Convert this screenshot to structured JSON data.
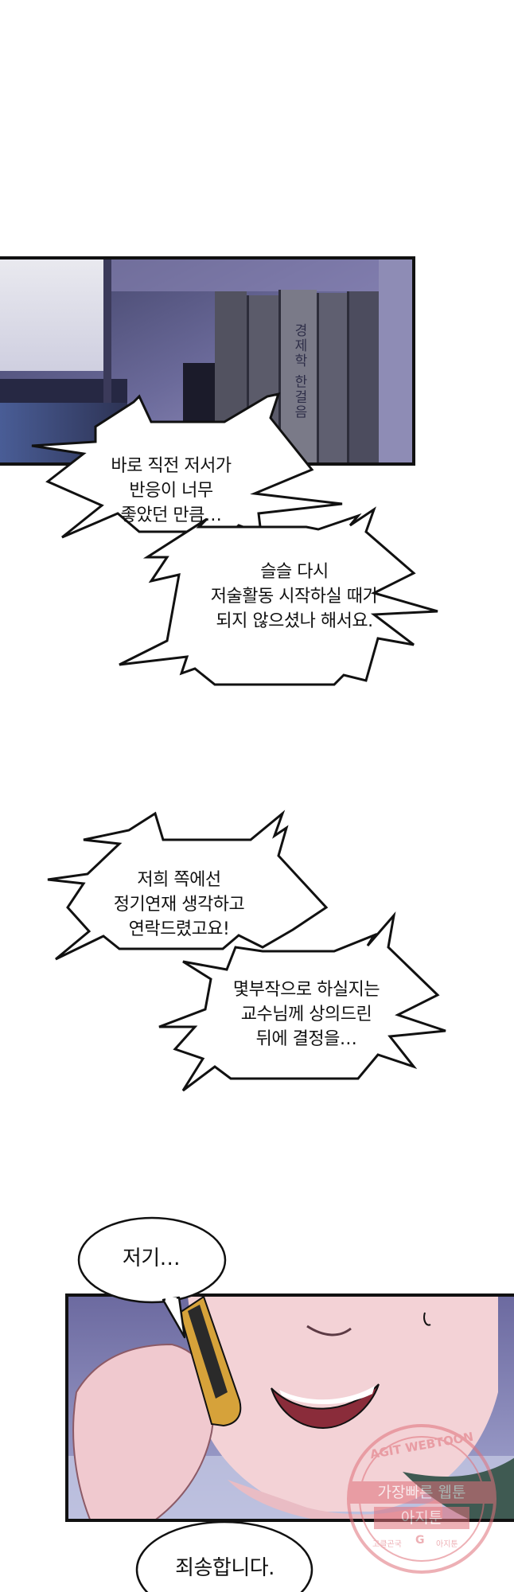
{
  "panel1": {
    "book_spine_text": "경제학 한걸음"
  },
  "bubbles": {
    "b1": [
      "바로 직전 저서가",
      "반응이 너무",
      "좋았던 만큼…"
    ],
    "b2": [
      "슬슬 다시",
      "저술활동 시작하실 때가",
      "되지 않으셨나 해서요."
    ],
    "b3": [
      "저희 쪽에선",
      "정기연재 생각하고",
      "연락드렸고요!"
    ],
    "b4": [
      "몇부작으로 하실지는",
      "교수님께 상의드린",
      "뒤에 결정을…"
    ],
    "b5": [
      "저기…"
    ],
    "b6": [
      "죄송합니다."
    ]
  },
  "watermark": {
    "arc_text": "AGIT WEBTOON",
    "line1": "가장빠른 웹툰",
    "line2": "아지툰",
    "bottom_left": "고클곤국",
    "bottom_right": "아지툰"
  },
  "colors": {
    "panel_border": "#111111",
    "skin": "#f3d2d6",
    "watermark": "#e0707a"
  }
}
